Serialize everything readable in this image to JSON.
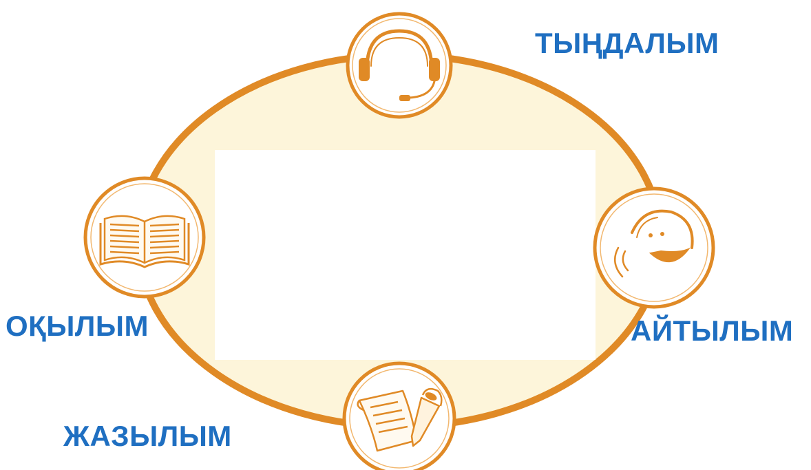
{
  "colors": {
    "ring": "#e8962f",
    "fill": "#fdf5da",
    "icon": "#e8962f",
    "label": "#1f6fc1"
  },
  "skills": {
    "listening": {
      "label": "ТЫҢДАЛЫМ",
      "icon": "headset-icon"
    },
    "speaking": {
      "label": "АЙТЫЛЫМ",
      "icon": "speaking-face-icon"
    },
    "reading": {
      "label": "ОҚЫЛЫМ",
      "icon": "open-book-icon"
    },
    "writing": {
      "label": "ЖАЗЫЛЫМ",
      "icon": "pen-paper-icon"
    }
  }
}
